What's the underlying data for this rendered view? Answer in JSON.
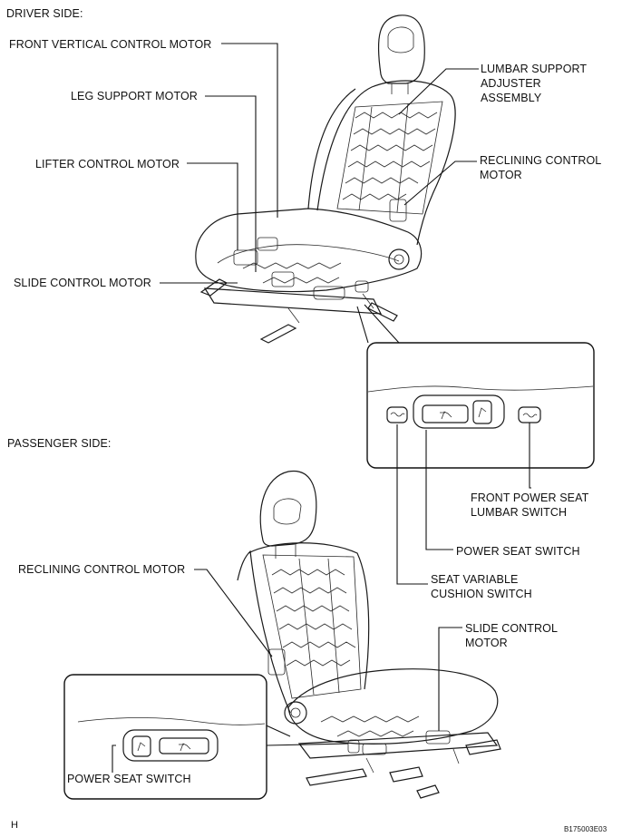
{
  "sections": {
    "driver_title": "DRIVER SIDE:",
    "passenger_title": "PASSENGER SIDE:"
  },
  "driver_labels": {
    "front_vertical": "FRONT VERTICAL CONTROL MOTOR",
    "leg_support": "LEG SUPPORT MOTOR",
    "lifter": "LIFTER CONTROL MOTOR",
    "slide": "SLIDE CONTROL MOTOR",
    "lumbar": "LUMBAR SUPPORT\nADJUSTER\nASSEMBLY",
    "reclining": "RECLINING CONTROL\nMOTOR"
  },
  "switch_labels": {
    "front_lumbar": "FRONT POWER SEAT\nLUMBAR SWITCH",
    "power_seat": "POWER SEAT SWITCH",
    "variable_cushion": "SEAT VARIABLE\nCUSHION SWITCH"
  },
  "passenger_labels": {
    "reclining": "RECLINING CONTROL MOTOR",
    "slide": "SLIDE CONTROL\nMOTOR",
    "power_seat": "POWER SEAT SWITCH"
  },
  "footer": {
    "left_mark": "H",
    "figure_id": "B175003E03"
  }
}
